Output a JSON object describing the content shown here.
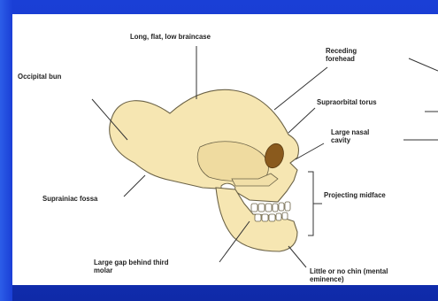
{
  "colors": {
    "frame": "#1a3fd6",
    "panel": "#ffffff",
    "bone": "#f6e6b2",
    "bone_stroke": "#6b6246",
    "orbit": "#8a5a1d",
    "leader_line": "#333333"
  },
  "labels": {
    "braincase": "Long, flat, low braincase",
    "occipital_bun": "Occipital bun",
    "forehead_line1": "Receding",
    "forehead_line2": "forehead",
    "supraorbital": "Supraorbital torus",
    "nasal_line1": "Large nasal",
    "nasal_line2": "cavity",
    "midface": "Projecting midface",
    "fossa": "Suprainiac fossa",
    "gap_line1": "Large gap behind third",
    "gap_line2": "molar",
    "chin_line1": "Little or no chin (mental",
    "chin_line2": "eminence)"
  }
}
